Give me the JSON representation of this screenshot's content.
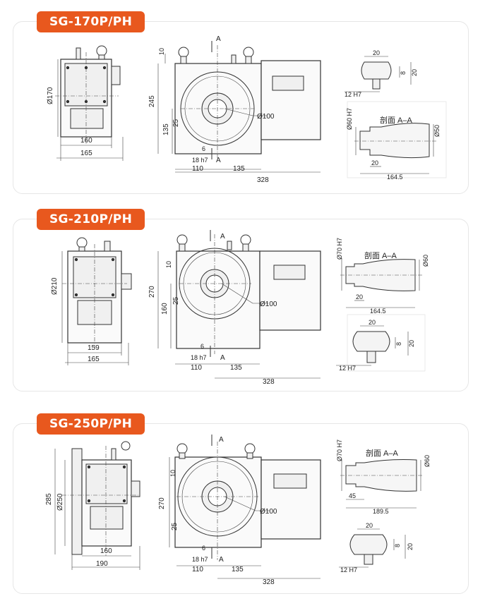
{
  "sections": [
    {
      "title": "SG-170P/PH",
      "dims": {
        "front_h": "Ø170",
        "front_w1": "160",
        "front_w2": "165",
        "top": "10",
        "h_total": "245",
        "h_center": "135",
        "h_small": "25",
        "bore": "Ø100",
        "slot": "6",
        "key": "18 h7",
        "w_a": "110",
        "w_b": "135",
        "w_total": "328",
        "sec_label": "剖面 A–A",
        "sec_left": "Ø60 H7",
        "sec_right": "Ø50",
        "sec_small": "20",
        "sec_len": "164.5",
        "det_top": "20",
        "det_a": "8",
        "det_b": "20",
        "det_fit": "12 H7",
        "a_mark": "A"
      }
    },
    {
      "title": "SG-210P/PH",
      "dims": {
        "front_h": "Ø210",
        "front_w1": "159",
        "front_w2": "165",
        "top": "10",
        "h_total": "270",
        "h_center": "160",
        "h_small": "25",
        "bore": "Ø100",
        "slot": "6",
        "key": "18 h7",
        "w_a": "110",
        "w_b": "135",
        "w_total": "328",
        "sec_label": "剖面 A–A",
        "sec_left": "Ø70 H7",
        "sec_right": "Ø60",
        "sec_small": "20",
        "sec_len": "164.5",
        "det_top": "20",
        "det_a": "8",
        "det_b": "20",
        "det_fit": "12 H7",
        "a_mark": "A"
      }
    },
    {
      "title": "SG-250P/PH",
      "dims": {
        "front_h": "Ø250",
        "front_outer": "285",
        "front_w1": "160",
        "front_w2": "190",
        "top": "10",
        "h_total": "270",
        "h_small": "25",
        "bore": "Ø100",
        "slot": "6",
        "key": "18 h7",
        "w_a": "110",
        "w_b": "135",
        "w_total": "328",
        "sec_label": "剖面 A–A",
        "sec_left": "Ø70 H7",
        "sec_right": "Ø60",
        "sec_small": "45",
        "sec_len": "189.5",
        "det_top": "20",
        "det_a": "8",
        "det_b": "20",
        "det_fit": "12 H7",
        "a_mark": "A"
      }
    }
  ]
}
